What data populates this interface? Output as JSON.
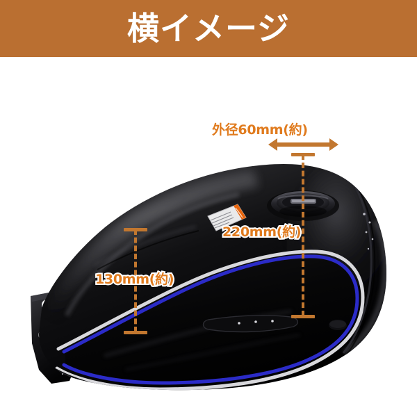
{
  "header": {
    "title": "横イメージ",
    "background_color": "#ba6f31",
    "text_color": "#ffffff"
  },
  "photo": {
    "subject": "motorcycle-fuel-tank",
    "body_color": "#0a0a0a",
    "pinstripe_color": "#2b2bc8",
    "pinstripe_outline_color": "#d8d8dc",
    "background_color": "#ffffff"
  },
  "annotations": {
    "accent_color": "#c2772f",
    "label_text_color": "#e07b1e",
    "label_outline_color": "#ffffff",
    "items": [
      {
        "id": "cap-diameter",
        "label": "外径60mm(約)",
        "kind": "horizontal-double-arrow"
      },
      {
        "id": "tank-height",
        "label": "220mm(約)",
        "kind": "vertical-dashed-line"
      },
      {
        "id": "tank-side-height",
        "label": "130mm(約)",
        "kind": "vertical-dashed-line"
      }
    ]
  },
  "sticker": {
    "present": true,
    "accent_color": "#e8650d",
    "body_color": "#e9e9ea"
  }
}
